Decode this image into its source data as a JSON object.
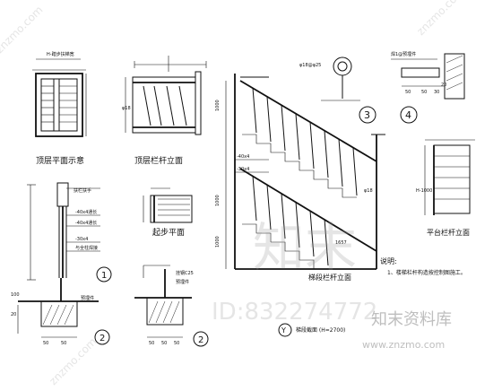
{
  "views": {
    "top_plan": {
      "title": "顶层平面示意",
      "note": "H-踏步扶梯宽"
    },
    "top_elevation": {
      "title": "顶层栏杆立面",
      "dim": "φ18"
    },
    "start_plan": {
      "title": "起步平面"
    },
    "platform_elevation": {
      "title": "平台栏杆立面",
      "dim": "H-1000"
    },
    "detail_1": {
      "handrail": "扶栏扶手",
      "callouts": [
        "-40x4通长",
        "-40x4通长",
        "-30x4",
        "与全柱焊接"
      ],
      "num": "1"
    },
    "detail_2w": {
      "callouts": [
        "预埋件"
      ],
      "dims": [
        "100",
        "20",
        "50",
        "50"
      ],
      "num": "2"
    },
    "detail_2y": {
      "callouts": [
        "挂钢C25",
        "预埋件"
      ],
      "dims": [
        "50",
        "50",
        "50"
      ],
      "num": "2"
    },
    "detail_3": {
      "callout": "φ18@φ25",
      "num": "3"
    },
    "detail_4": {
      "callout": "焊1@预埋件",
      "dims": [
        "50",
        "50",
        "30",
        "20"
      ],
      "num": "4"
    },
    "main_elevation": {
      "labels": [
        "-40x4",
        "-30x4",
        "φ18",
        "1000",
        "1000",
        "1000",
        "1657"
      ],
      "title": "梯段栏杆立面",
      "section_label": "Y",
      "section_title": "梯段截面 (H=2700)",
      "notes_title": "说明:",
      "notes": [
        "1、楼梯栏杆构造按控制图施工。"
      ]
    }
  },
  "watermarks": {
    "center_text": "知末",
    "id_text": "ID:832274772",
    "logo_text": "知末资料库",
    "url_text": "www.znzmo.com",
    "diag_text": "znzmo.com"
  }
}
